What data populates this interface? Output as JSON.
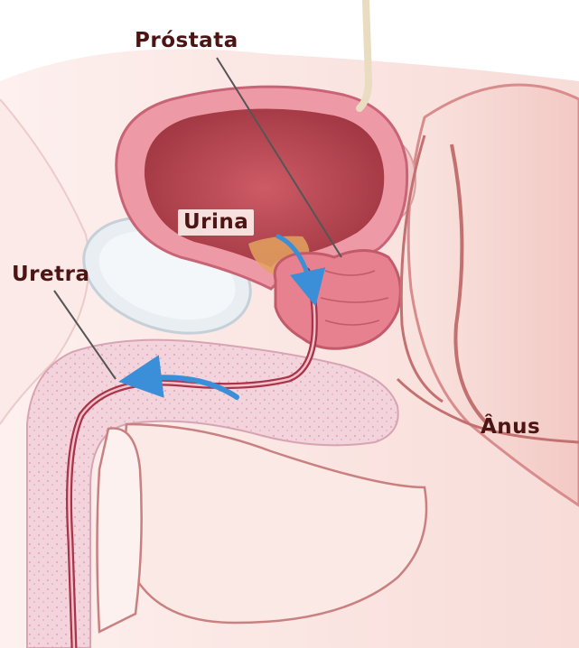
{
  "labels": {
    "prostata": "Próstata",
    "urina": "Urina",
    "uretra": "Uretra",
    "anus": "Ânus"
  },
  "colors": {
    "label_text": "#4d1414",
    "flow_arrow": "#3a8fd8",
    "tissue_wall": "#e88a96",
    "bladder_interior": "#b8454f",
    "skin_outline": "#c27070",
    "leader_line": "#555555"
  }
}
